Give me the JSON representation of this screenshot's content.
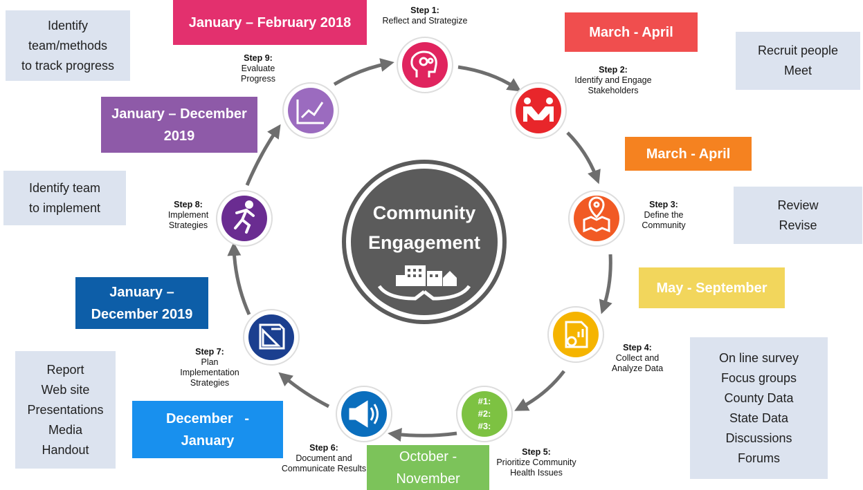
{
  "center": {
    "line1": "Community",
    "line2": "Engagement"
  },
  "steps": [
    {
      "num": "Step 1:",
      "title": [
        "Reflect and Strategize"
      ],
      "color": "#e0245e",
      "icon": "brain-gears-icon"
    },
    {
      "num": "Step 2:",
      "title": [
        "Identify and Engage",
        "Stakeholders"
      ],
      "color": "#e8262b",
      "icon": "handshake-icon"
    },
    {
      "num": "Step 3:",
      "title": [
        "Define the",
        "Community"
      ],
      "color": "#f15a24",
      "icon": "map-pin-icon"
    },
    {
      "num": "Step 4:",
      "title": [
        "Collect and",
        "Analyze Data"
      ],
      "color": "#f5b400",
      "icon": "report-chart-icon"
    },
    {
      "num": "Step 5:",
      "title": [
        "Prioritize Community",
        "Health Issues"
      ],
      "color": "#7dc242",
      "icon": "ranked-list-icon",
      "icon_text": [
        "#1:",
        "#2:",
        "#3:"
      ]
    },
    {
      "num": "Step 6:",
      "title": [
        "Document and",
        "Communicate Results"
      ],
      "color": "#0a6ebd",
      "icon": "megaphone-icon"
    },
    {
      "num": "Step 7:",
      "title": [
        "Plan",
        "Implementation",
        "Strategies"
      ],
      "color": "#1b3f8f",
      "icon": "blueprint-icon"
    },
    {
      "num": "Step 8:",
      "title": [
        "Implement",
        "Strategies"
      ],
      "color": "#6a2c91",
      "icon": "running-person-icon"
    },
    {
      "num": "Step 9:",
      "title": [
        "Evaluate",
        "Progress"
      ],
      "color": "#9b6bbf",
      "icon": "trend-chart-icon"
    }
  ],
  "dates": [
    {
      "text": [
        "January – February 2018"
      ],
      "color": "#e3306e"
    },
    {
      "text": [
        "March - April"
      ],
      "color": "#f04e4e"
    },
    {
      "text": [
        "March - April"
      ],
      "color": "#f58220"
    },
    {
      "text": [
        "May - September"
      ],
      "color": "#f2d65c"
    },
    {
      "text": [
        "October -",
        "November"
      ],
      "color": "#7cc35a"
    },
    {
      "text": [
        "December   -",
        "January"
      ],
      "color": "#1890ee"
    },
    {
      "text": [
        "January –",
        "December 2019"
      ],
      "color": "#0d5ea8"
    },
    {
      "text": [
        "January – December",
        "2019"
      ],
      "color": "#8e5aa8"
    }
  ],
  "notes": [
    {
      "lines": [
        "Identify",
        "team/methods",
        "to track progress"
      ]
    },
    {
      "lines": [
        "Recruit people",
        "Meet"
      ]
    },
    {
      "lines": [
        "Identify team",
        "to implement"
      ]
    },
    {
      "lines": [
        "Review",
        "Revise"
      ]
    },
    {
      "lines": [
        "On line survey",
        "Focus groups",
        "County Data",
        "State Data",
        "Discussions",
        "Forums"
      ]
    },
    {
      "lines": [
        "Report",
        "Web site",
        "Presentations",
        "Media",
        "Handout"
      ]
    }
  ],
  "colors": {
    "center_gray": "#5b5b5b",
    "arrow_gray": "#6e6e6e",
    "note_bg": "#dce3ef"
  }
}
